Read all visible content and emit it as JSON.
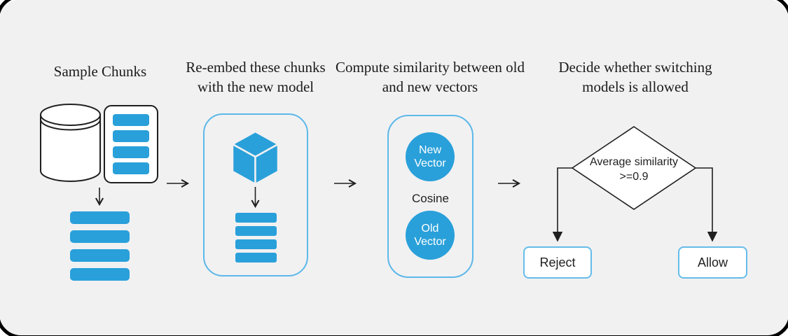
{
  "canvas": {
    "background": "#F1F1F2",
    "frame_border": "#000000"
  },
  "colors": {
    "chunk_blue": "#29A0DA",
    "container_border": "#5CB8E8",
    "node_border": "#66BCEB",
    "stroke": "#1F1F1F"
  },
  "steps": [
    {
      "title": "Sample Chunks"
    },
    {
      "title": "Re-embed these chunks with the new model"
    },
    {
      "title": "Compute similarity between old and new vectors"
    },
    {
      "title": "Decide whether switching models is allowed"
    }
  ],
  "icons": {
    "database": "database-cylinder-icon",
    "model": "embedding-cube-icon",
    "chunks": "chunk-bars",
    "flow": "arrow-icon"
  },
  "similarity": {
    "new_vector_label": "New Vector",
    "cosine_label": "Cosine",
    "old_vector_label": "Old Vector"
  },
  "decision": {
    "condition": "Average similarity >=0.9",
    "reject_label": "Reject",
    "allow_label": "Allow"
  }
}
